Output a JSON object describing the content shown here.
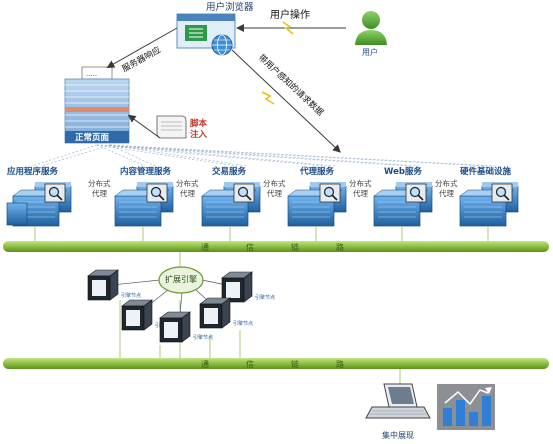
{
  "browser": {
    "title": "用户浏览器"
  },
  "user": {
    "action_label": "用户操作",
    "label": "用户"
  },
  "page": {
    "label": "正常页面",
    "dots": "....."
  },
  "arrows": {
    "server_response": "服务器响应",
    "request_sent": "带用户感知的请求数据"
  },
  "script": {
    "label_line1": "脚本",
    "label_line2": "注入"
  },
  "services": [
    {
      "name": "应用程序服务",
      "agent": "分布式代理"
    },
    {
      "name": "内容管理服务",
      "agent": "分布式代理"
    },
    {
      "name": "交易服务",
      "agent": "分布式代理"
    },
    {
      "name": "代理服务",
      "agent": "分布式代理"
    },
    {
      "name": "Web服务",
      "agent": "分布式代理"
    },
    {
      "name": "硬件基础设施",
      "agent": ""
    }
  ],
  "bus": {
    "chars": [
      "通",
      "信",
      "链",
      "路"
    ]
  },
  "engine": {
    "label": "扩展引擎"
  },
  "nodes": {
    "label": "引擎节点"
  },
  "bottom": {
    "label": "集中展现"
  },
  "colors": {
    "bus": "#8dbf3f",
    "bus_dark": "#5f8f1e",
    "server": "#2f7fc7",
    "title": "#1f4e8c",
    "accent": "#c0392b"
  }
}
